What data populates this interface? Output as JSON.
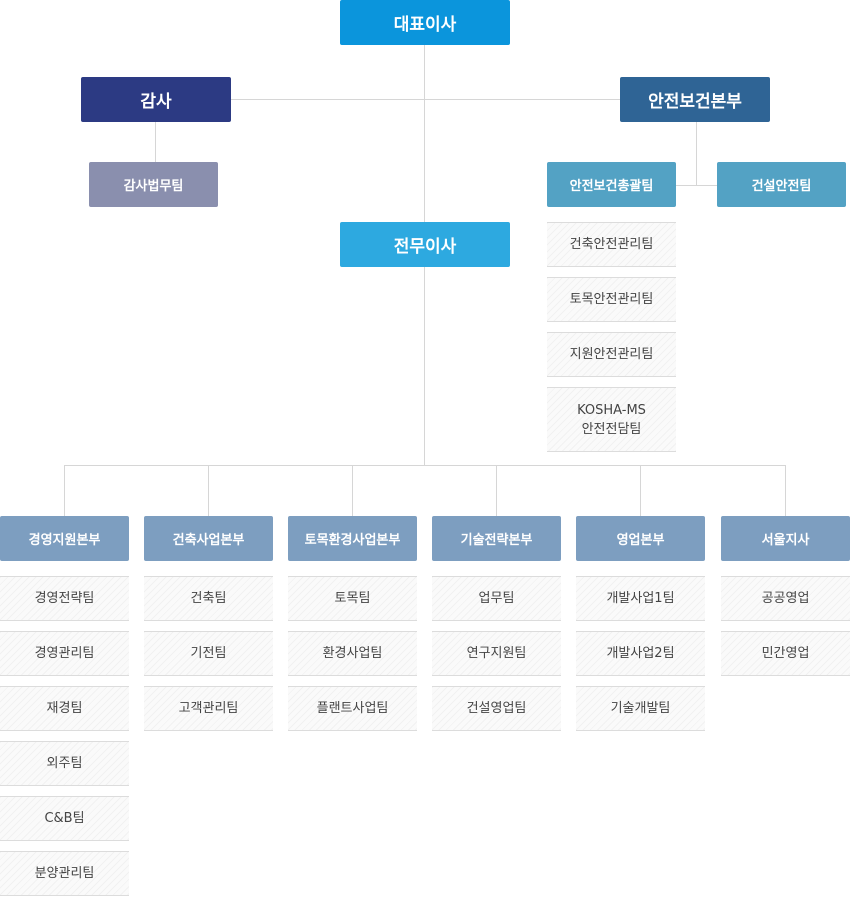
{
  "ceo": "대표이사",
  "audit": "감사",
  "audit_legal": "감사법무팀",
  "safety_hq": "안전보건본부",
  "safety_general": "안전보건총괄팀",
  "construction_safety": "건설안전팀",
  "managing_director": "전무이사",
  "safety_teams": [
    "건축안전관리팀",
    "토목안전관리팀",
    "지원안전관리팀",
    "KOSHA-MS\n안전전담팀"
  ],
  "divisions": [
    {
      "name": "경영지원본부",
      "teams": [
        "경영전략팀",
        "경영관리팀",
        "재경팀",
        "외주팀",
        "C&B팀",
        "분양관리팀"
      ]
    },
    {
      "name": "건축사업본부",
      "teams": [
        "건축팀",
        "기전팀",
        "고객관리팀"
      ]
    },
    {
      "name": "토목환경사업본부",
      "teams": [
        "토목팀",
        "환경사업팀",
        "플랜트사업팀"
      ]
    },
    {
      "name": "기술전략본부",
      "teams": [
        "업무팀",
        "연구지원팀",
        "건설영업팀"
      ]
    },
    {
      "name": "영업본부",
      "teams": [
        "개발사업1팀",
        "개발사업2팀",
        "기술개발팀"
      ]
    },
    {
      "name": "서울지사",
      "teams": [
        "공공영업",
        "민간영업"
      ]
    }
  ]
}
